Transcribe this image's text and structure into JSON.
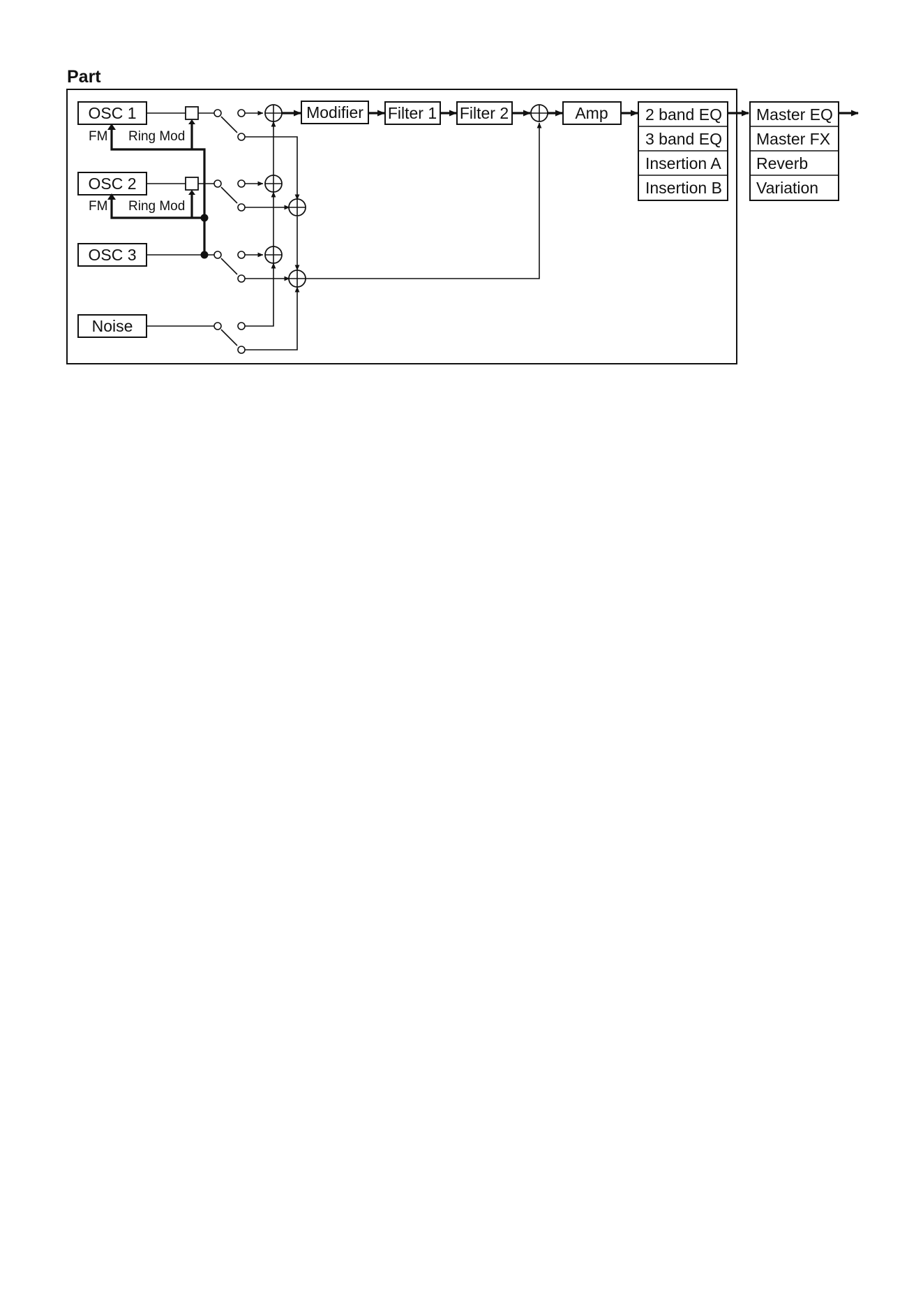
{
  "title": "Part",
  "blocks": {
    "osc1": "OSC 1",
    "osc2": "OSC 2",
    "osc3": "OSC 3",
    "noise": "Noise",
    "modifier": "Modifier",
    "filter1": "Filter 1",
    "filter2": "Filter 2",
    "amp": "Amp"
  },
  "modulation": {
    "fm": "FM",
    "ring_mod": "Ring Mod"
  },
  "part_effects": [
    "2 band EQ",
    "3 band EQ",
    "Insertion A",
    "Insertion B"
  ],
  "master_effects": [
    "Master EQ",
    "Master FX",
    "Reverb",
    "Variation"
  ]
}
